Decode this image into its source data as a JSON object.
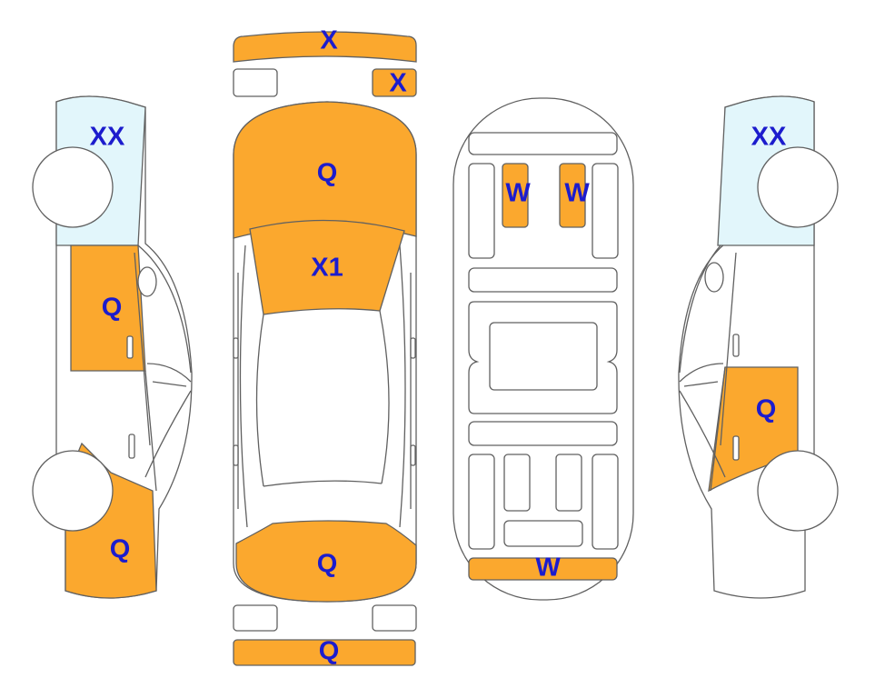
{
  "colors": {
    "damage": "#FBA82E",
    "glass_damage": "#E2F6FB",
    "label": "#1C1CCD",
    "outline": "#606060"
  },
  "labels": {
    "front_bumper": "X",
    "front_plate": "X",
    "hood": "Q",
    "windshield": "X1",
    "trunk": "Q",
    "rear_bumper": "Q",
    "floor_left_rear_rail": "W",
    "floor_right_rear_rail": "W",
    "floor_rear_panel": "W",
    "left_front_glass": "XX",
    "left_front_door": "Q",
    "left_rear_quarter": "Q",
    "right_front_glass": "XX",
    "right_rear_door": "Q"
  }
}
